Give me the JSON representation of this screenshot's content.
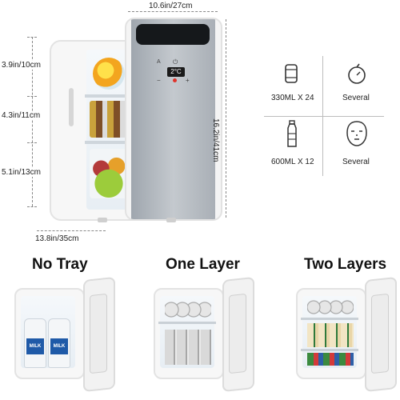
{
  "dimensions": {
    "width": "10.6in/27cm",
    "height": "16.2in/41cm",
    "depth": "13.8in/35cm",
    "shelf_top": "3.9in/10cm",
    "shelf_middle": "4.3in/11cm",
    "shelf_bottom": "5.1in/13cm"
  },
  "display": {
    "temperature": "2°C"
  },
  "capacity": {
    "cans_label": "330ML X 24",
    "bottles_label": "600ML X 12",
    "fruit_label": "Several",
    "mask_label": "Several"
  },
  "configurations": [
    {
      "title": "No Tray"
    },
    {
      "title": "One Layer"
    },
    {
      "title": "Two Layers"
    }
  ],
  "product_text": {
    "milk_label": "MILK"
  },
  "colors": {
    "door_glass": "#a9afb6",
    "display_red": "#e0332b",
    "body_white": "#f7f7f7"
  }
}
